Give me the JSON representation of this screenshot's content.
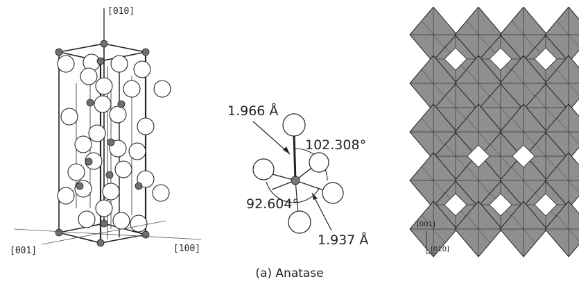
{
  "figure": {
    "caption": "(a)  Anatase"
  },
  "unit_cell": {
    "axis_010": "[010]",
    "axis_001": "[001]",
    "axis_100": "[100]"
  },
  "octahedron": {
    "bond_long": "1.966 Å",
    "angle_top": "102.308°",
    "angle_bottom": "92.604°",
    "bond_short": "1.937 Å"
  },
  "polyhedra": {
    "axis_001": "[001]",
    "axis_010": "[010]",
    "fill_color": "#8f8f8f"
  }
}
